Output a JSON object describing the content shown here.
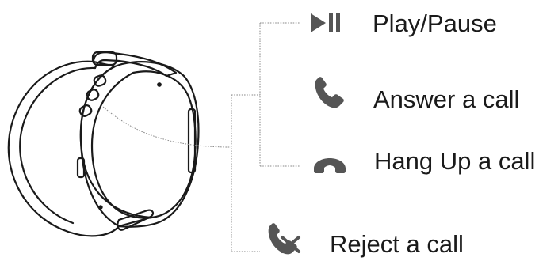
{
  "legend": [
    {
      "icon": "play-pause-icon",
      "label": "Play/Pause"
    },
    {
      "icon": "phone-answer-icon",
      "label": "Answer a call"
    },
    {
      "icon": "phone-hang-up-icon",
      "label": "Hang Up a call"
    },
    {
      "icon": "phone-reject-icon",
      "label": "Reject a call"
    }
  ],
  "colors": {
    "ink": "#1a1a1a",
    "icon": "#555555",
    "leader": "#8a8a8a"
  }
}
